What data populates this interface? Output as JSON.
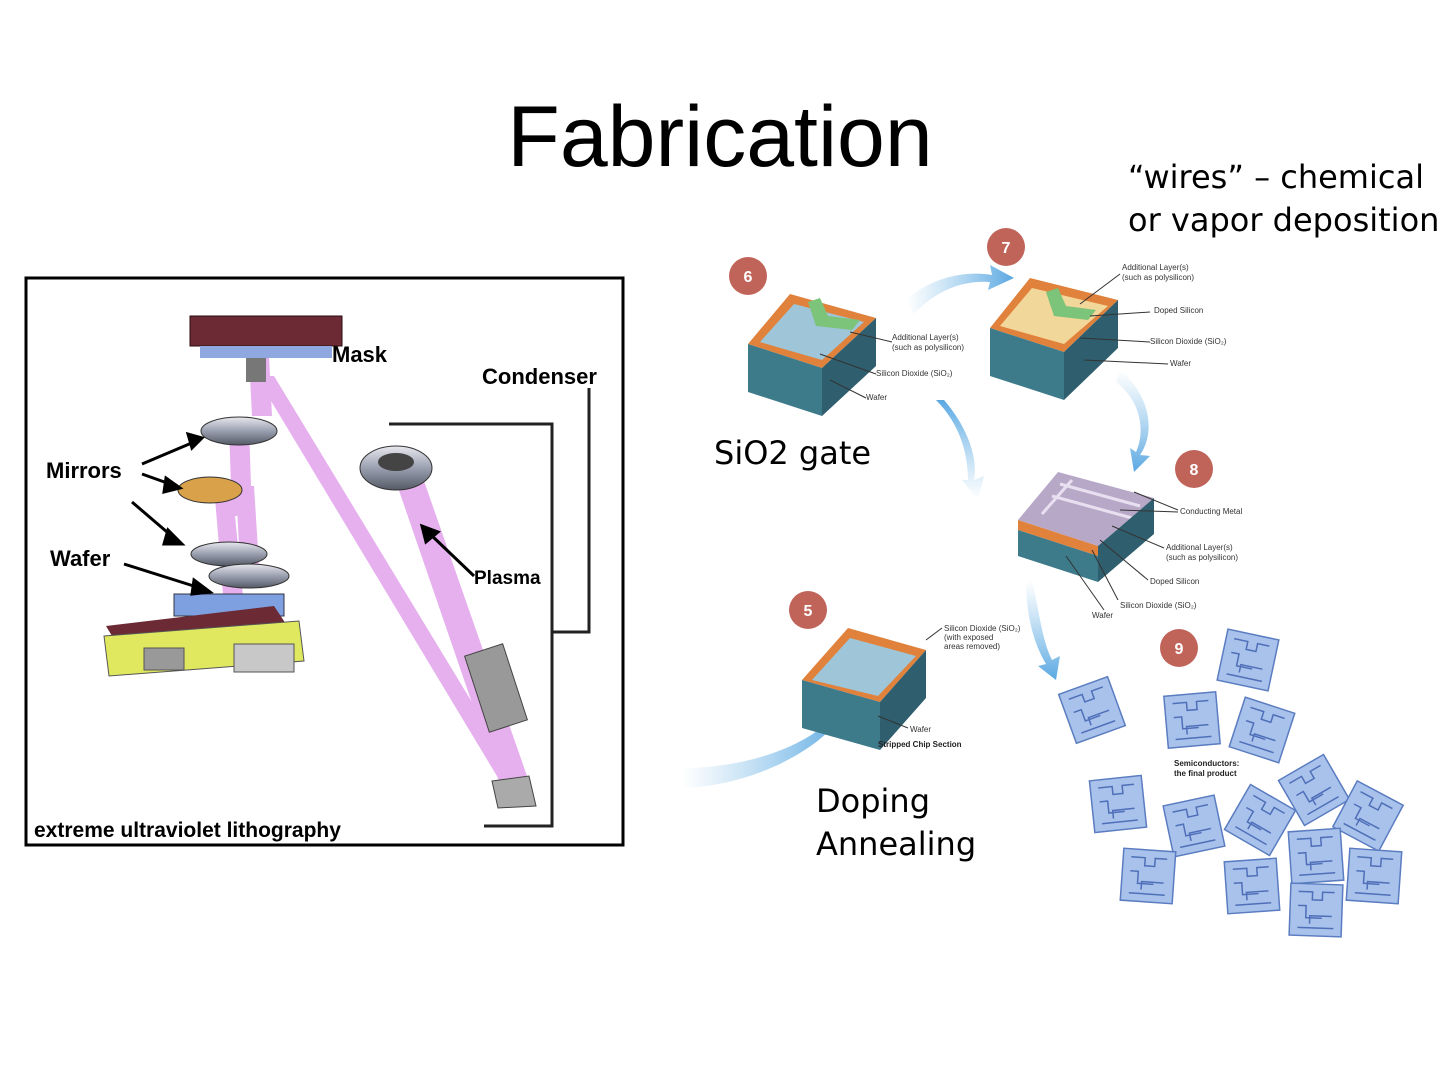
{
  "slide": {
    "title": "Fabrication",
    "notes": {
      "wires": [
        "“wires” – chemical",
        "or vapor deposition"
      ],
      "sio2": "SiO2 gate",
      "doping": [
        "Doping",
        "Annealing"
      ]
    }
  },
  "euv_figure": {
    "labels": {
      "mask": "Mask",
      "condenser": "Condenser",
      "mirrors": "Mirrors",
      "wafer": "Wafer",
      "plasma": "Plasma",
      "caption": "extreme ultraviolet lithography"
    }
  },
  "process_figure": {
    "steps": {
      "s5": {
        "number": "5",
        "labels": [
          "Silicon Dioxide (SiO₂)",
          "(with exposed",
          "areas removed)"
        ],
        "wafer": "Wafer",
        "caption": "Stripped Chip Section"
      },
      "s6": {
        "number": "6",
        "labels": [
          "Additional Layer(s)",
          "(such as polysilicon)",
          "Silicon Dioxide (SiO₂)",
          "Wafer"
        ]
      },
      "s7": {
        "number": "7",
        "labels": [
          "Additional Layer(s)",
          "(such as polysilicon)",
          "Doped Silicon",
          "Silicon Dioxide (SiO₂)",
          "Wafer"
        ]
      },
      "s8": {
        "number": "8",
        "labels": [
          "Conducting Metal",
          "Additional Layer(s)",
          "(such as polysilicon)",
          "Doped Silicon",
          "Silicon Dioxide (SiO₂)",
          "Wafer"
        ]
      },
      "s9": {
        "number": "9",
        "labels": [
          "Semiconductors:",
          "the final product"
        ]
      }
    }
  },
  "colors": {
    "step_badge": "#c0645a",
    "oxide": "#e0823c",
    "wafer_side": "#2f5f6e",
    "wafer_top": "#9ec6d8",
    "arrow": "#7fbde8",
    "chip": "#8fb0e0",
    "beam": "#d070e0"
  }
}
